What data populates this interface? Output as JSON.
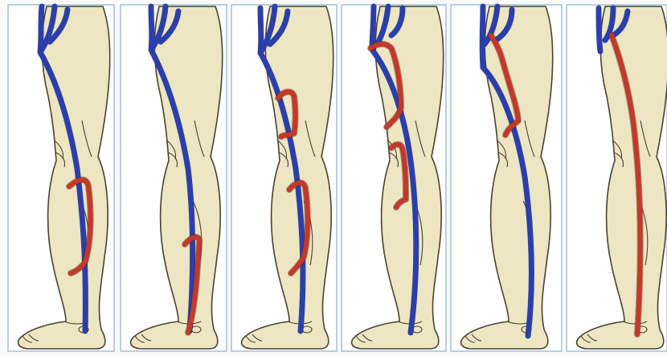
{
  "colors": {
    "panel_border": "#8fb0cc",
    "panel_background": "#ffffff",
    "skin_fill": "#ece6c2",
    "skin_outline": "#4a4232",
    "deep_vein": "#2c3fa8",
    "thrombus": "#c2392b"
  },
  "panels": [
    {
      "name": "panel-1",
      "thrombus_segments": 1,
      "vein_outlined": true
    },
    {
      "name": "panel-2",
      "thrombus_segments": 1,
      "vein_outlined": true
    },
    {
      "name": "panel-3",
      "thrombus_segments": 2,
      "vein_outlined": true
    },
    {
      "name": "panel-4",
      "thrombus_segments": 2,
      "vein_outlined": true
    },
    {
      "name": "panel-5",
      "thrombus_segments": 1,
      "vein_outlined": true
    },
    {
      "name": "panel-6",
      "thrombus_segments": 1,
      "vein_outlined": false
    }
  ]
}
